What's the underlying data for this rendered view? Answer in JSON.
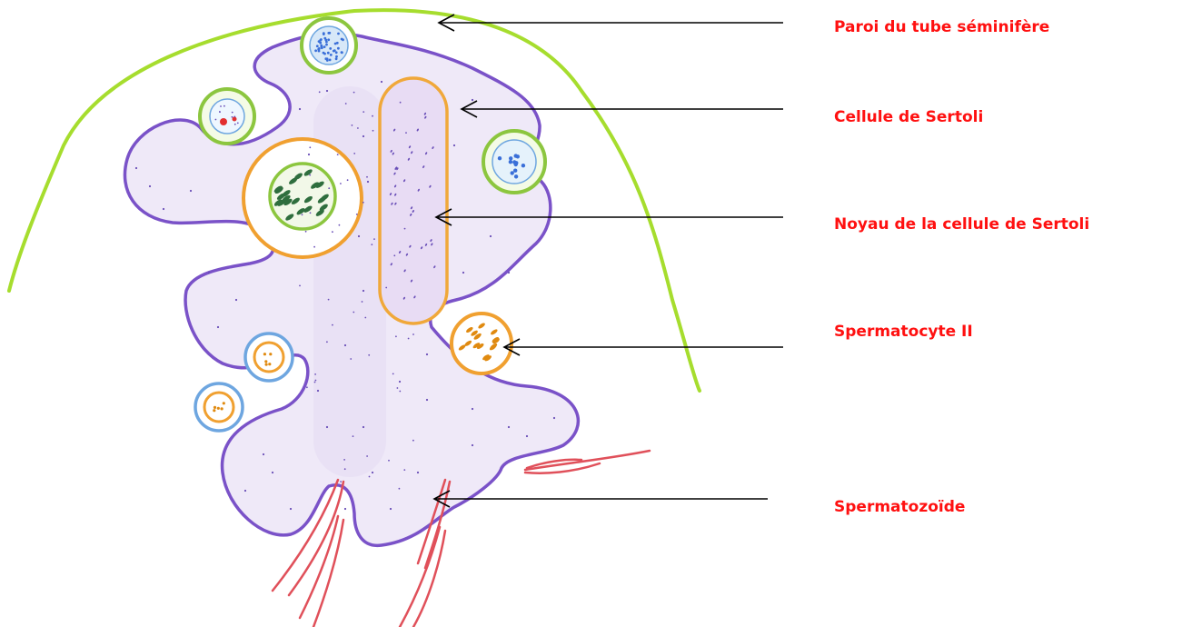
{
  "diagram": {
    "labels": [
      {
        "id": "wall",
        "text": "Paroi du tube séminifère"
      },
      {
        "id": "sertoli",
        "text": "Cellule de Sertoli"
      },
      {
        "id": "nucleus",
        "text": "Noyau de la cellule de Sertoli"
      },
      {
        "id": "sperm2",
        "text": "Spermatocyte II"
      },
      {
        "id": "spermatozoa",
        "text": "Spermatozoïde"
      }
    ],
    "colors": {
      "label_text": "#ff1010",
      "tube_wall": "#a6dd2e",
      "sertoli_outline": "#7a52c8",
      "sertoli_fill": "#efe9f8",
      "nucleus_outline": "#f0a83a",
      "nucleus_fill": "#e8dcf4",
      "orange_cell": "#f0a030",
      "green_ring": "#8cc63f",
      "blue_ring": "#6ea6e0",
      "spermatozoa": "#e0505a",
      "arrow": "#000000",
      "dots_purple": "#6a4fb8",
      "dots_blue": "#3a6fd8",
      "dots_green": "#2f6e3e",
      "dots_orange": "#e08a10"
    }
  }
}
